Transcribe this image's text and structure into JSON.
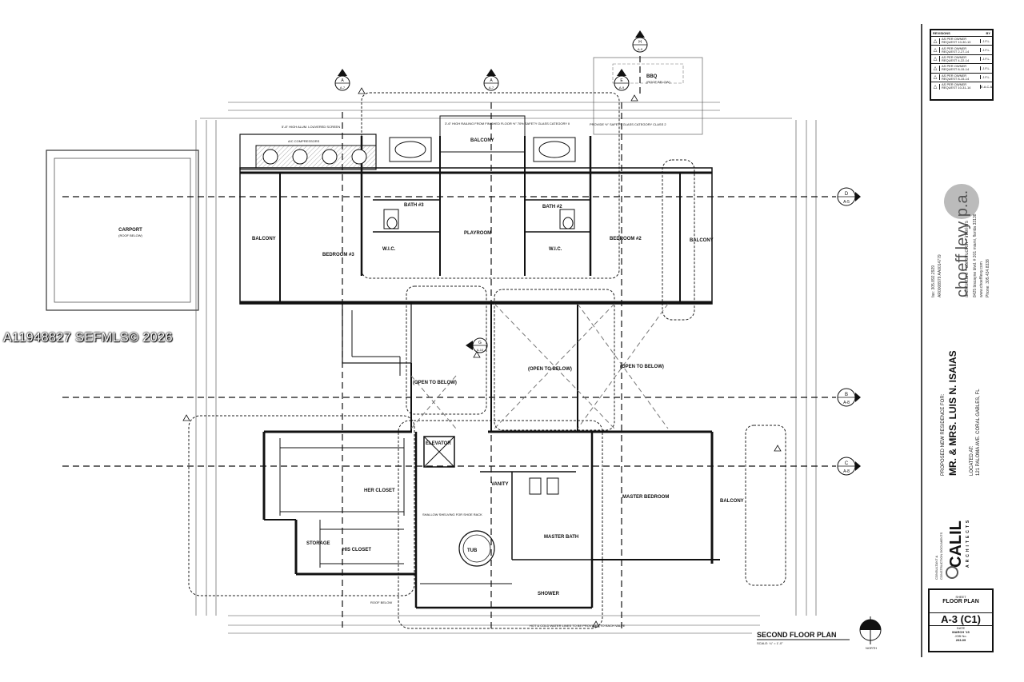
{
  "watermark": "A11948827  SEFMLS© 2026",
  "plan": {
    "title": "SECOND FLOOR PLAN",
    "scale": "SCALE: ¼\" = 1'-0\"",
    "north": "NORTH",
    "rooms": {
      "carport": "CARPORT",
      "carport_note": "(ROOF BELOW)",
      "bbq": "BBQ",
      "bbq_note": "(ROOF BELOW)",
      "balcony_top": "BALCONY",
      "balcony_w": "BALCONY",
      "balcony_e": "BALCONY",
      "balcony_master": "BALCONY",
      "bedroom3": "BEDROOM #3",
      "bedroom2": "BEDROOM #2",
      "bath3": "BATH #3",
      "bath2": "BATH #2",
      "wic_left": "W.I.C.",
      "wic_right": "W.I.C.",
      "playroom": "PLAYROOM",
      "open_below_1": "(OPEN TO BELOW)",
      "open_below_2": "(OPEN TO BELOW)",
      "open_below_3": "(OPEN TO BELOW)",
      "elevator": "ELEVATOR",
      "her_closet": "HER CLOSET",
      "his_closet": "HIS CLOSET",
      "storage": "STORAGE",
      "tub": "TUB",
      "master_bath": "MASTER BATH",
      "master_bedroom": "MASTER BEDROOM",
      "shower": "SHOWER",
      "vanity": "VANITY",
      "roof_below": "ROOF BELOW",
      "ac": "A/C COMPRESSORS"
    },
    "grid_lines": [
      {
        "label": "D",
        "sheet": "A-5"
      },
      {
        "label": "B",
        "sheet": "A-8"
      },
      {
        "label": "C",
        "sheet": "A-8"
      }
    ],
    "section_marks": [
      {
        "label": "A",
        "sheet": "A-7"
      },
      {
        "label": "A",
        "sheet": "A-7"
      },
      {
        "label": "E",
        "sheet": "A-9"
      },
      {
        "label": "H",
        "sheet": "A-9"
      },
      {
        "label": "G",
        "sheet": "A-10"
      }
    ],
    "notes": {
      "railing": "3'-6\" HIGH RAILING FROM FINISHED FLOOR ½\" 70% SAFETY GLASS CATEGORY II",
      "safety_glass": "PROVIDE ½\" SAFETY GLASS CATEGORY CLASS 2",
      "louvered": "5'-8\" HIGH ALUM. LOUVERED SCREEN",
      "shallow": "SHALLOW SHELVING FOR SHOE RACK",
      "cold_water": "HOT & COLD WATER LINES TO BE PROVIDED TO EACH VALVE"
    }
  },
  "title_block": {
    "revisions_header": "REVISIONS",
    "revisions_by_header": "BY",
    "revisions": [
      {
        "desc": "AS PER OWNER REQUEST 10-30-13",
        "by": "J.F.L."
      },
      {
        "desc": "AS PER OWNER REQUEST 2-27-14",
        "by": "J.F.L."
      },
      {
        "desc": "AS PER OWNER REQUEST 4-22-14",
        "by": "J.F.L."
      },
      {
        "desc": "AS PER OWNER REQUEST 8-15-14",
        "by": "J.F.L."
      },
      {
        "desc": "AS PER OWNER REQUEST 8-15-14",
        "by": "J.F.L."
      },
      {
        "desc": "AS PER OWNER REQUEST 10-31-14",
        "by": "E.A.C.A."
      }
    ],
    "firm_name": "choeff levy p.a.",
    "firm_tagline": "architecture • construction • interiors",
    "firm_address": "8425 biscayne blvd. # 201 miami, florida 33138",
    "firm_phone": "Phone: 305.434.8338",
    "firm_fax": "fax: 305.892.2929",
    "firm_web": "www.choefflevy.com",
    "firm_license": "AR0008979   AA0014779",
    "project_label": "PROPOSED NEW RESIDENCE FOR:",
    "client": "MR. & MRS. LUIS N. ISAIAS",
    "location_label": "LOCATED AT:",
    "location": "121 PALOMA AVE. CORAL GABLES, FL",
    "consultant_label": "CONSULTANT &",
    "consultant_note": "CONSTRUCTION DOCUMENTS",
    "consultant_name": "CALIL",
    "consultant_sub": "ARCHITECTS",
    "sheet_label": "SHEET",
    "sheet_title": "FLOOR PLAN",
    "sheet_number": "A-3 (C1)",
    "date_label": "DATE",
    "date": "MARCH '15",
    "job_label": "JOB No.",
    "job": "203-09"
  }
}
